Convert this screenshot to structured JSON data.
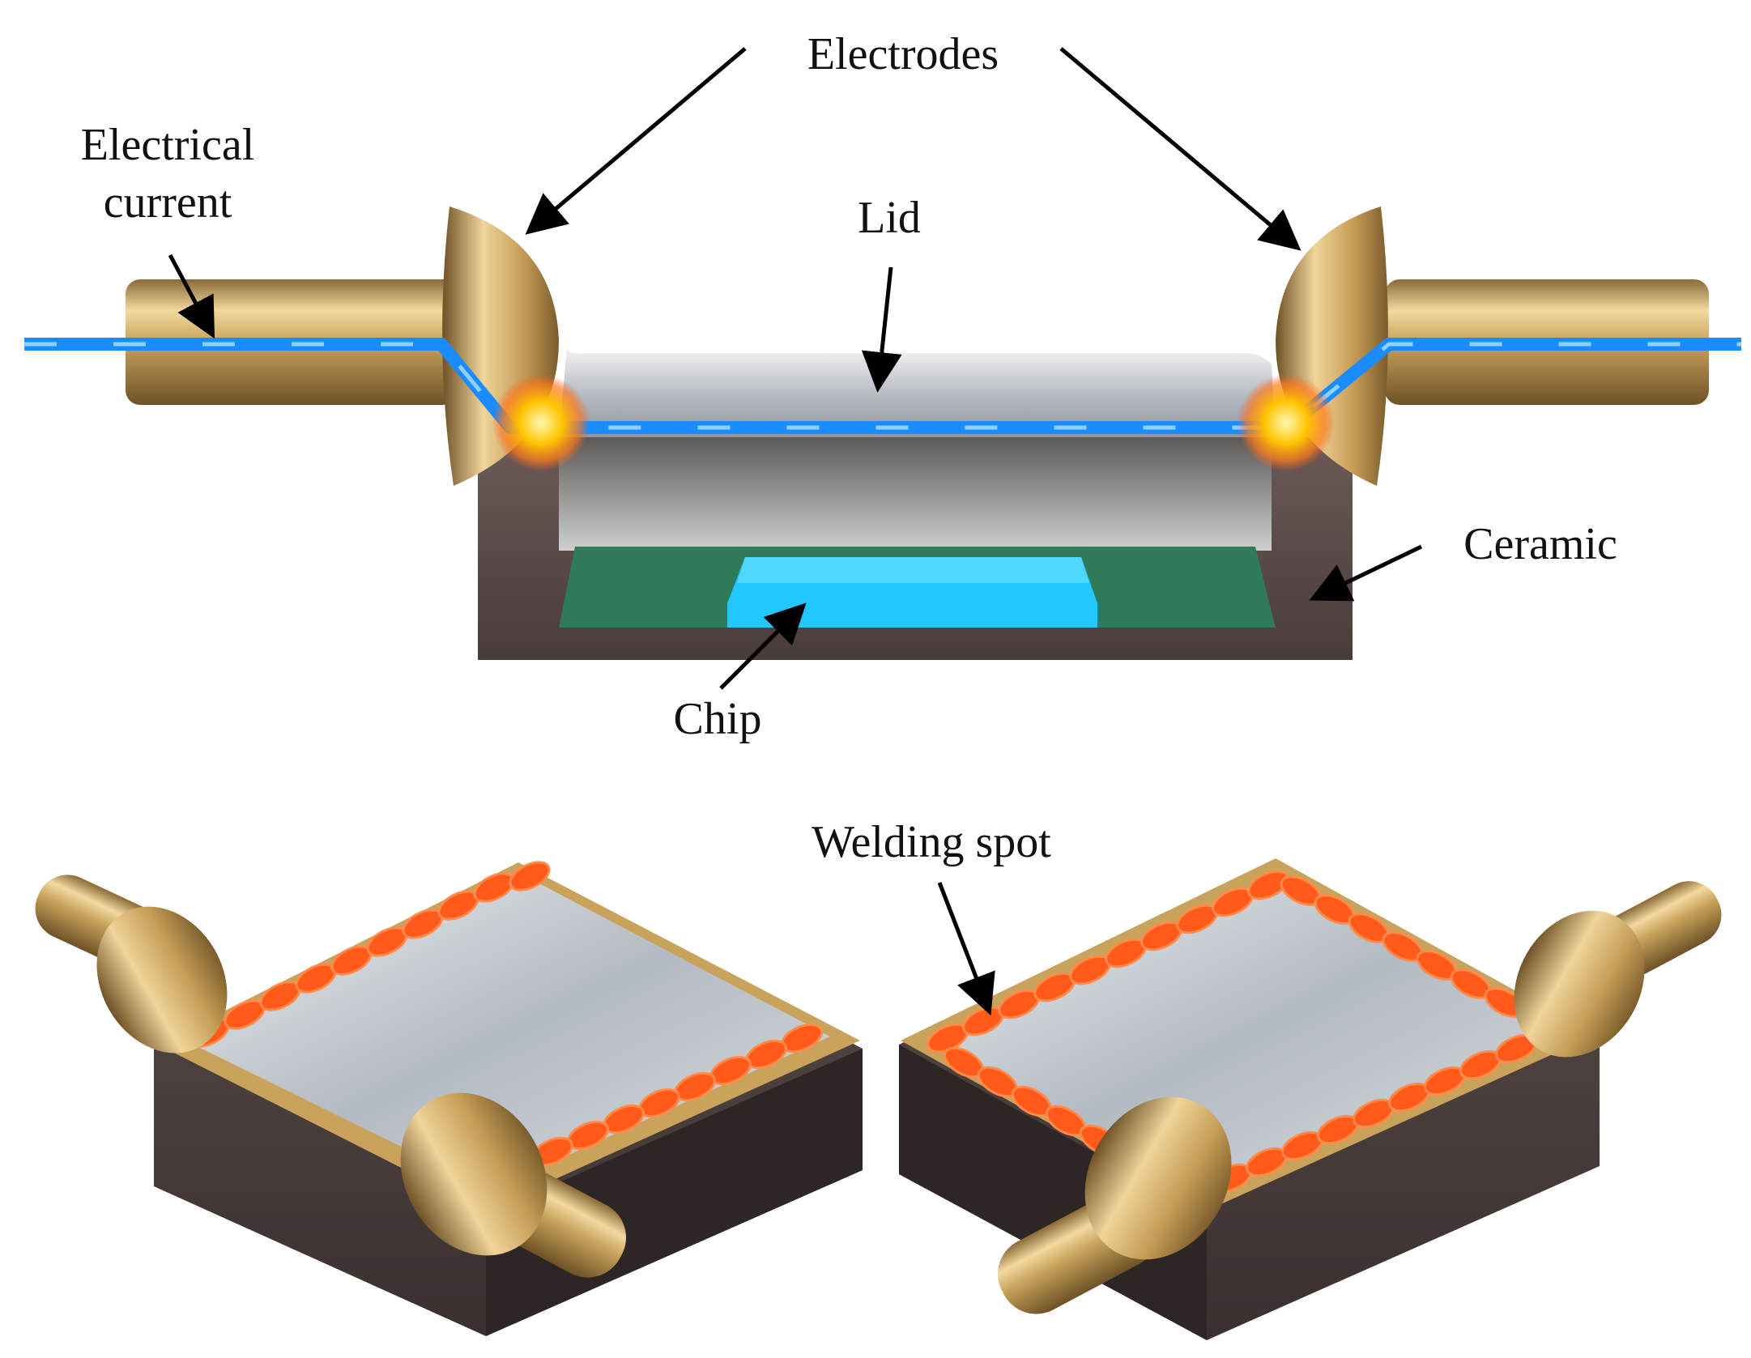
{
  "labels": {
    "electrical_current_line1": "Electrical",
    "electrical_current_line2": "current",
    "electrodes": "Electrodes",
    "lid": "Lid",
    "ceramic": "Ceramic",
    "chip": "Chip",
    "welding_spot": "Welding spot"
  },
  "colors": {
    "current": "#1a8cff",
    "electrode_gold": "#c9a35c",
    "spark": "#ffb300",
    "ceramic": "#5c4a48",
    "chip": "#22c7ff",
    "substrate": "#2e7a5a",
    "weld": "#ff5a1a"
  }
}
